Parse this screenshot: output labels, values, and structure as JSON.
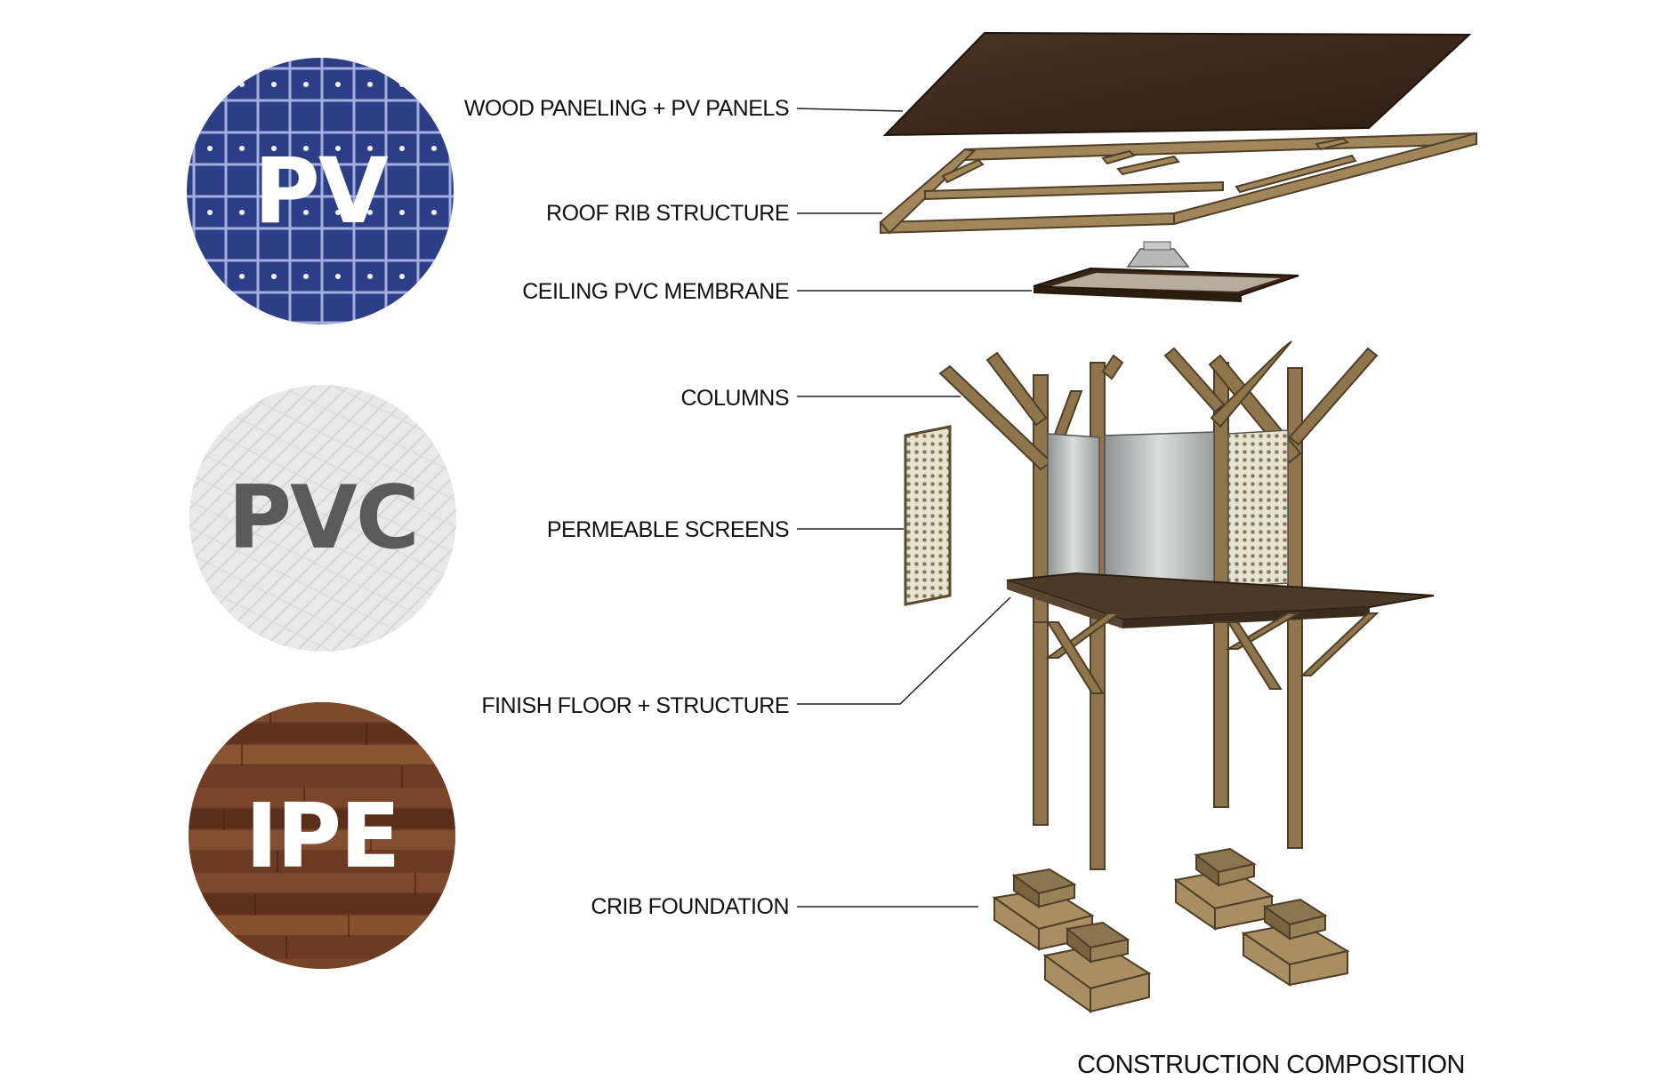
{
  "materials": [
    {
      "label": "PV",
      "material": "solar-panel",
      "colors": {
        "base": "#2c3f86",
        "grid": "#b9c4ef",
        "text": "#ffffff"
      }
    },
    {
      "label": "PVC",
      "material": "pvc-fabric",
      "colors": {
        "base": "#e9e9e9",
        "weave": "#cfcfcf",
        "text": "#5a5a5a"
      }
    },
    {
      "label": "IPE",
      "material": "ipe-wood",
      "colors": {
        "base": "#6a3a22",
        "plank_light": "#8a5433",
        "plank_dark": "#4a2615",
        "text": "#ffffff"
      }
    }
  ],
  "callouts": [
    {
      "text": "WOOD PANELING + PV PANELS"
    },
    {
      "text": "ROOF RIB STRUCTURE"
    },
    {
      "text": "CEILING PVC MEMBRANE"
    },
    {
      "text": "COLUMNS"
    },
    {
      "text": "PERMEABLE SCREENS"
    },
    {
      "text": "FINISH FLOOR + STRUCTURE"
    },
    {
      "text": "CRIB FOUNDATION"
    }
  ],
  "caption": "CONSTRUCTION COMPOSITION",
  "colors": {
    "leader": "#222222",
    "timber": "#7a6440",
    "timber_dark": "#4f3f26",
    "roof": "#3f2a1b",
    "glass": "#b9bcbc",
    "crib": "#8c7650"
  }
}
